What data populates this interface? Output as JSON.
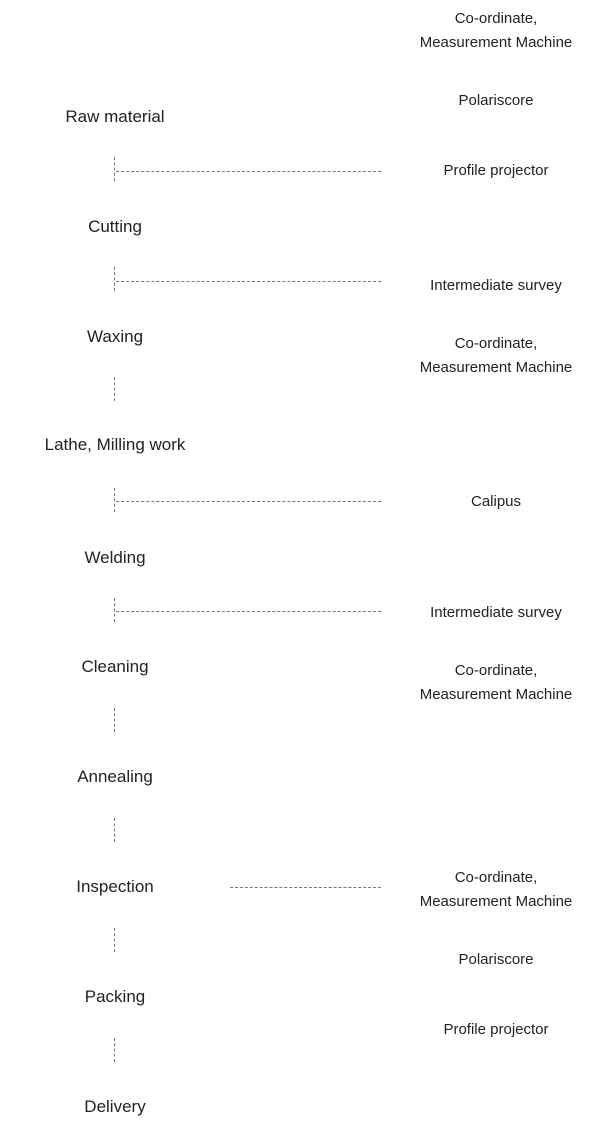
{
  "process_steps": [
    "Raw material",
    "Cutting",
    "Waxing",
    "Lathe, Milling work",
    "Welding",
    "Cleaning",
    "Annealing",
    "Inspection",
    "Packing",
    "Delivery"
  ],
  "inspection_tools": {
    "top_1": "Co-ordinate,",
    "top_2": "Measurement Machine",
    "polariscore_1": "Polariscore",
    "profile_projector_1": "Profile projector",
    "intermediate_survey_1": "Intermediate survey",
    "cmm_b_1": "Co-ordinate,",
    "cmm_b_2": "Measurement Machine",
    "calipus": "Calipus",
    "intermediate_survey_2": "Intermediate survey",
    "cmm_c_1": "Co-ordinate,",
    "cmm_c_2": "Measurement Machine",
    "cmm_d_1": "Co-ordinate,",
    "cmm_d_2": "Measurement Machine",
    "polariscore_2": "Polariscore",
    "profile_projector_2": "Profile projector"
  }
}
